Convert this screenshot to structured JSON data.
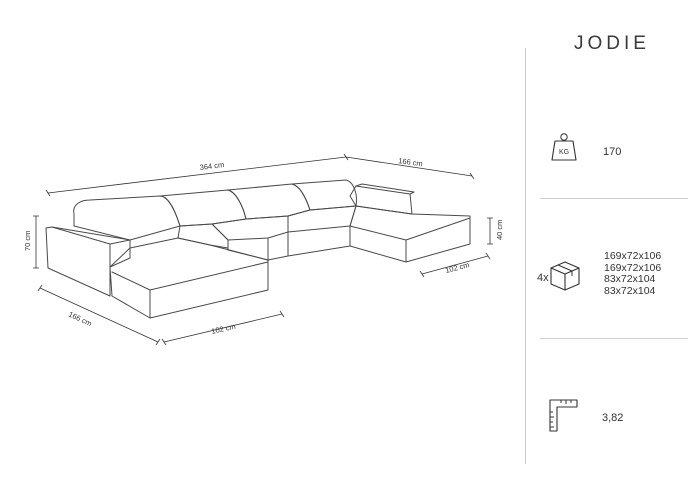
{
  "product": {
    "name": "JODIE"
  },
  "dimensions": {
    "total_width": "364 cm",
    "right_depth": "166 cm",
    "seat_height": "40 cm",
    "right_chaise_width": "102 cm",
    "height": "70 cm",
    "left_depth": "166 cm",
    "left_chaise_width": "102 cm"
  },
  "specs": {
    "weight": {
      "icon": "weight-kg-icon",
      "icon_label": "KG",
      "value": "170"
    },
    "packages": {
      "icon": "box-icon",
      "count": "4x",
      "sizes": [
        "169x72x106",
        "169x72x106",
        "83x72x104",
        "83x72x104"
      ]
    },
    "volume": {
      "icon": "volume-ruler-icon",
      "value": "3,82"
    }
  },
  "colors": {
    "line": "#4a4a4a",
    "divider": "#c9c9c9"
  }
}
